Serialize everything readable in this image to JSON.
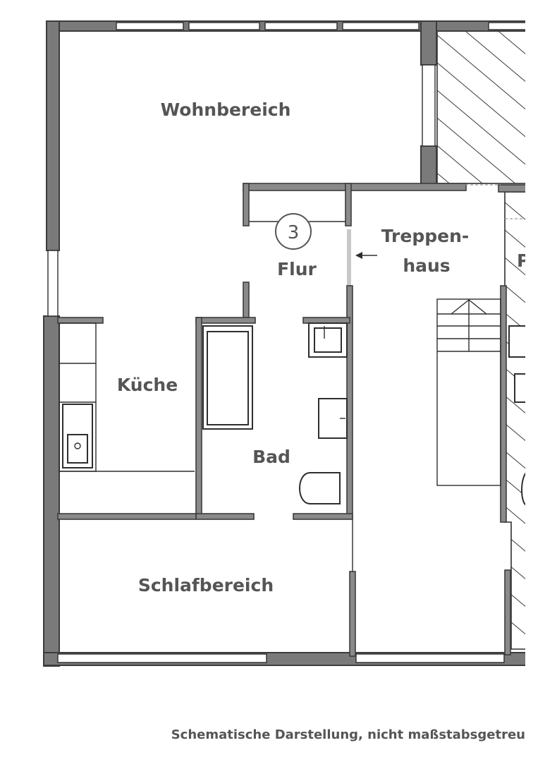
{
  "floorplan": {
    "rooms": {
      "wohnbereich": "Wohnbereich",
      "flur": "Flur",
      "treppenhaus_line1": "Treppen-",
      "treppenhaus_line2": "haus",
      "kueche": "Küche",
      "bad": "Bad",
      "schlafbereich": "Schlafbereich"
    },
    "apartment_number": "3",
    "partial_label": "P",
    "caption": "Schematische Darstellung, nicht maßstabsgetreu"
  }
}
